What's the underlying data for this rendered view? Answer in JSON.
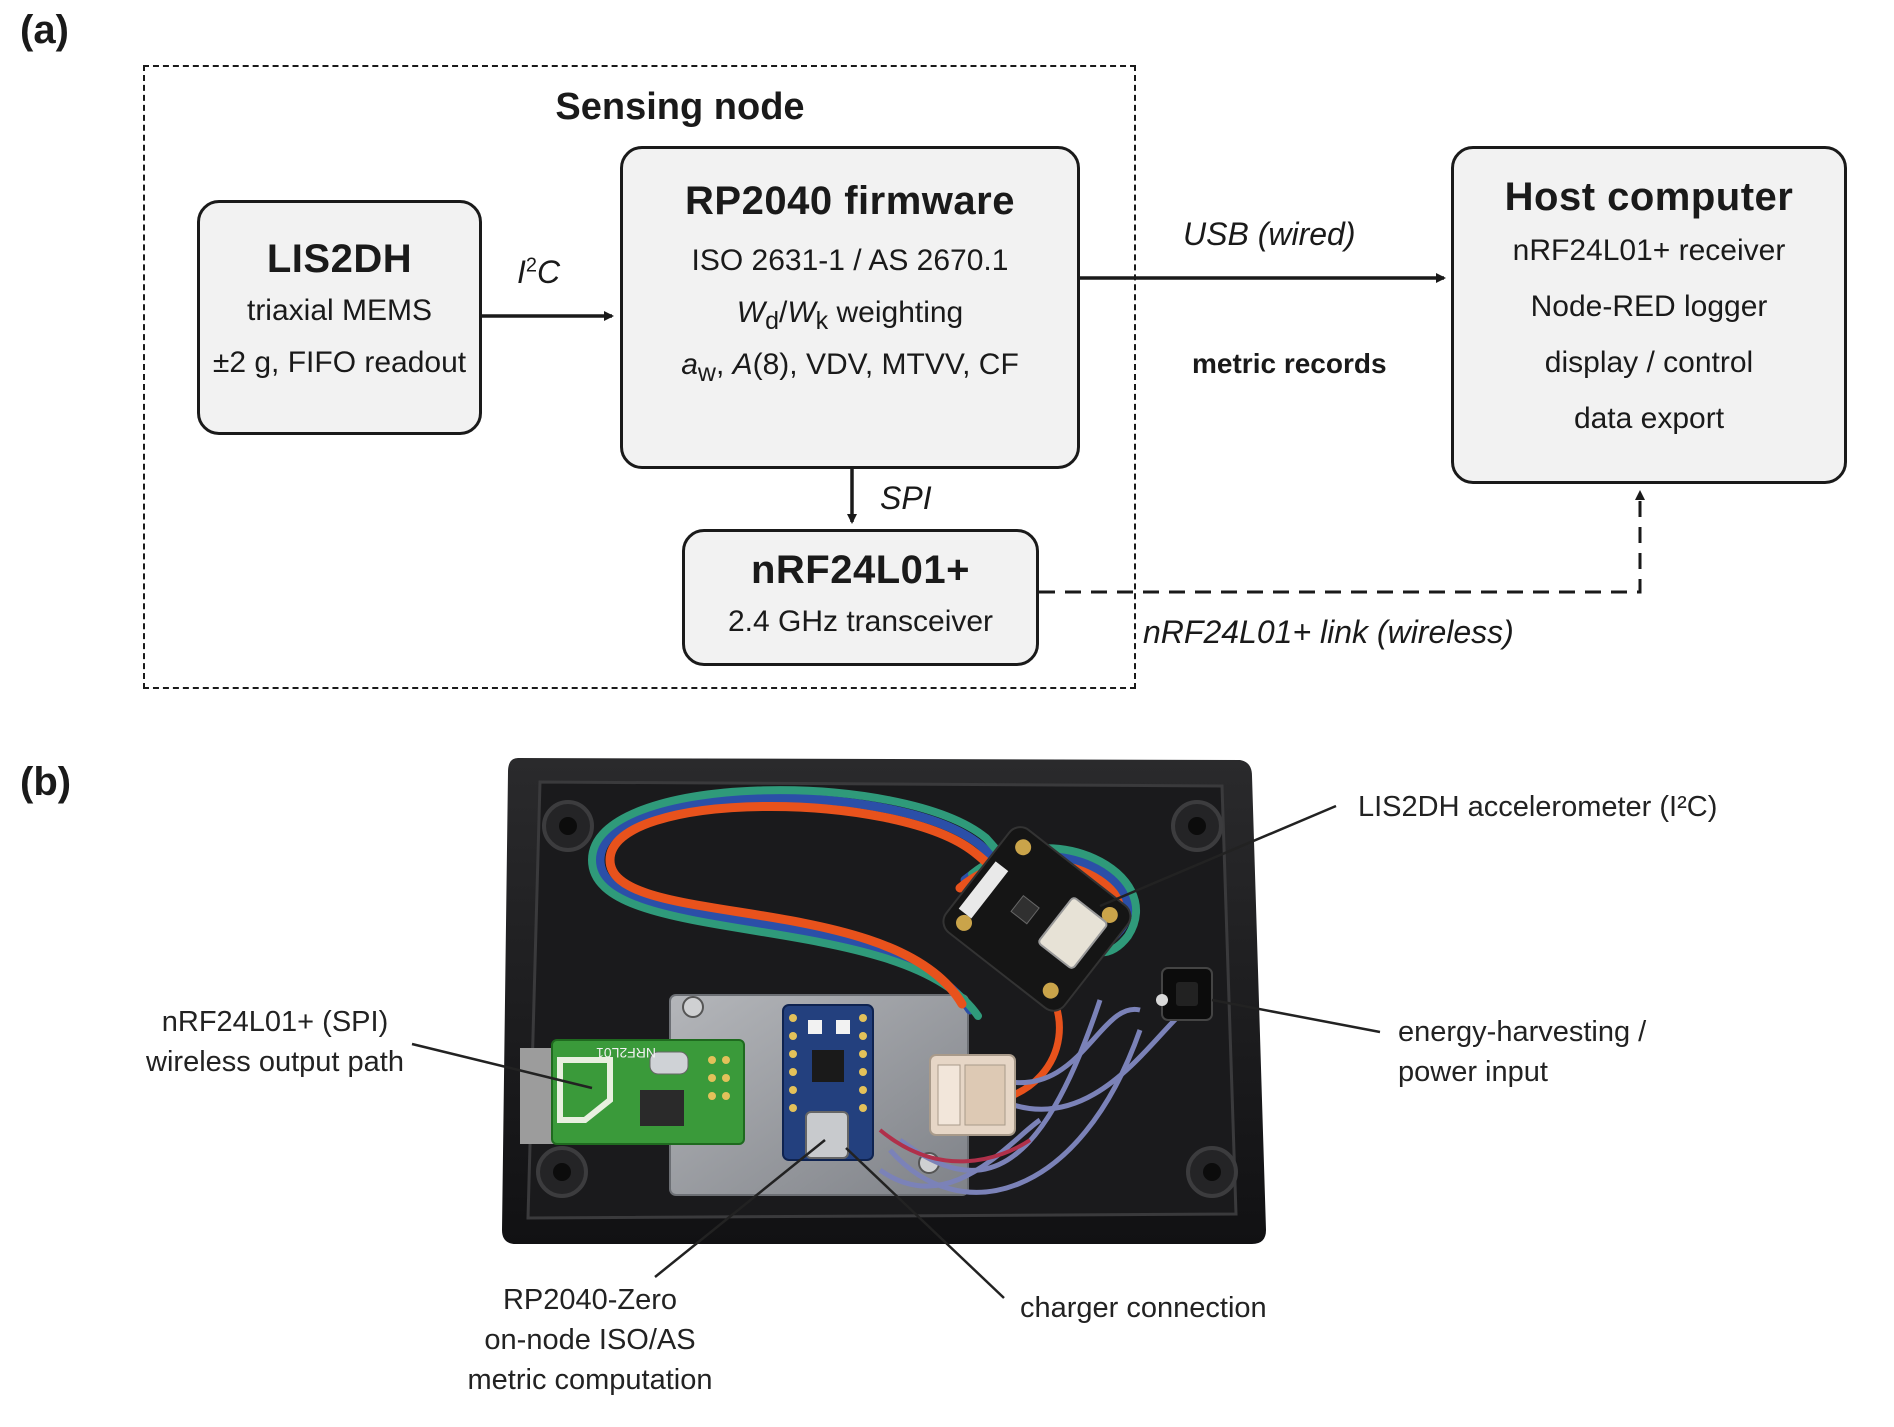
{
  "panel_a": {
    "label": "(a)",
    "group_title": "Sensing node",
    "sensor": {
      "title": "LIS2DH",
      "lines": [
        "triaxial MEMS",
        "±2 g, FIFO readout"
      ]
    },
    "firmware": {
      "title": "RP2040 firmware",
      "line1": "ISO 2631-1 / AS 2670.1",
      "weighting": {
        "w": "W",
        "d": "d",
        "slash": "/",
        "w2": "W",
        "k": "k",
        "rest": " weighting"
      },
      "metrics": {
        "a": "a",
        "w": "w",
        "sep": ", ",
        "A": "A",
        "rest": "(8), VDV, MTVV, CF"
      }
    },
    "radio": {
      "title": "nRF24L01+",
      "line": "2.4 GHz transceiver"
    },
    "host": {
      "title": "Host computer",
      "lines": [
        "nRF24L01+ receiver",
        "Node-RED logger",
        "display / control",
        "data export"
      ]
    },
    "edges": {
      "i2c": {
        "I": "I",
        "sup": "2",
        "C": "C"
      },
      "spi": "SPI",
      "usb": "USB (wired)",
      "metric_records": "metric records",
      "wireless": "nRF24L01+ link (wireless)"
    }
  },
  "panel_b": {
    "label": "(b)",
    "callouts": {
      "accelerometer": "LIS2DH accelerometer (I²C)",
      "radio": [
        "nRF24L01+ (SPI)",
        "wireless output path"
      ],
      "energy": [
        "energy-harvesting /",
        "power input"
      ],
      "mcu": [
        "RP2040-Zero",
        "on-node ISO/AS",
        "metric computation"
      ],
      "charger": "charger connection"
    },
    "photo_text": {
      "radio_module_print": "NRF2L01"
    }
  },
  "colors": {
    "box_fill": "#f2f2f2",
    "enclosure": "#1c1c1e",
    "wire_orange": "#e8521c",
    "wire_blue": "#2b4fa8",
    "wire_green": "#2f9a7a",
    "wire_gray": "#7b82b8",
    "pcb_green": "#3a9a3a",
    "pcb_blue": "#23407e",
    "plate": "#9a9da3"
  }
}
